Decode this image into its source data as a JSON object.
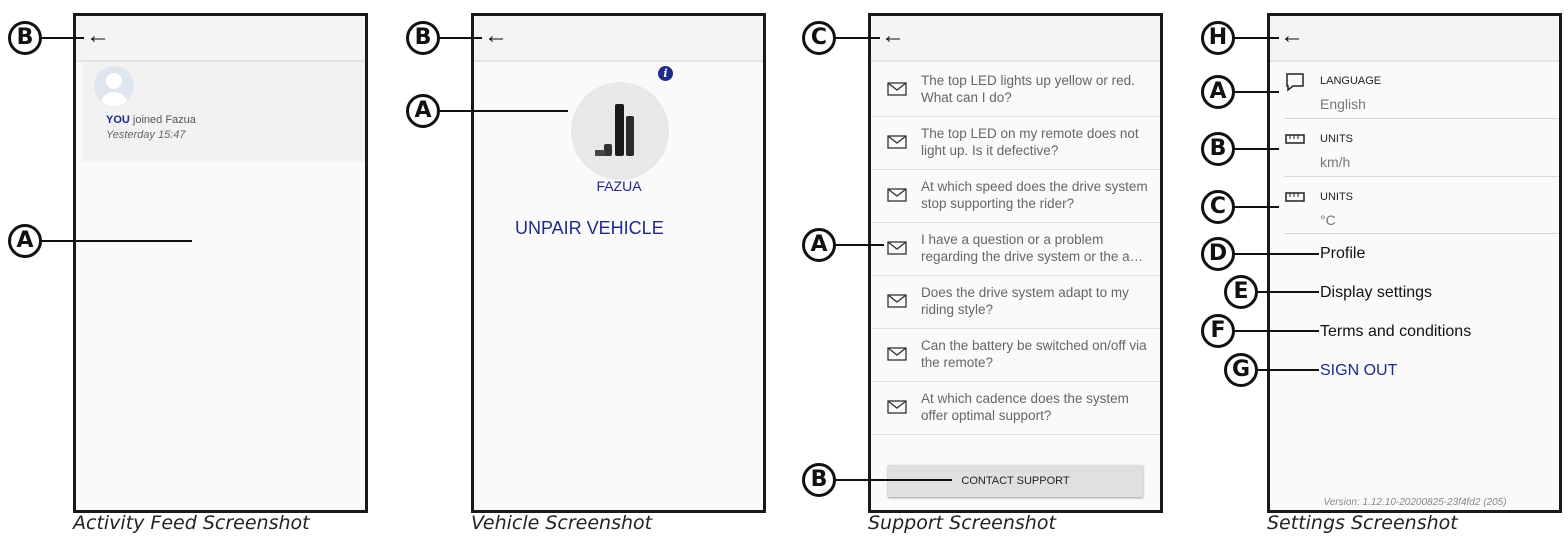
{
  "captions": {
    "activity": "Activity Feed Screenshot",
    "vehicle": "Vehicle Screenshot",
    "support": "Support Screenshot",
    "settings": "Settings Screenshot"
  },
  "back_icon": "←",
  "activity": {
    "you": "YOU",
    "joined": " joined Fazua",
    "time": "Yesterday 15:47",
    "callouts": {
      "back": "B",
      "feed": "A"
    }
  },
  "vehicle": {
    "name": "FAZUA",
    "unpair": "UNPAIR VEHICLE",
    "info_icon": "i",
    "callouts": {
      "back": "B",
      "image": "A"
    }
  },
  "support": {
    "faqs": [
      "The top LED lights up yellow or red. What can I do?",
      "The top LED on my remote does not light up. Is it defective?",
      "At which speed does the drive system stop supporting the rider?",
      "I have a question or a problem regarding the drive system or the a…",
      "Does the drive system adapt to my riding style?",
      "Can the battery be switched on/off via the remote?",
      "At which cadence does the system offer optimal support?"
    ],
    "contact": "CONTACT SUPPORT",
    "callouts": {
      "back": "C",
      "list": "A",
      "contact": "B"
    }
  },
  "settings": {
    "language_label": "LANGUAGE",
    "language_value": "English",
    "units1_label": "UNITS",
    "units1_value": "km/h",
    "units2_label": "UNITS",
    "units2_value": "°C",
    "profile": "Profile",
    "display": "Display settings",
    "terms": "Terms and conditions",
    "signout": "SIGN OUT",
    "version": "Version: 1.12.10-20200825-23f4fd2 (205)",
    "callouts": {
      "back": "H",
      "language": "A",
      "units1": "B",
      "units2": "C",
      "profile": "D",
      "display": "E",
      "terms": "F",
      "signout": "G"
    }
  }
}
